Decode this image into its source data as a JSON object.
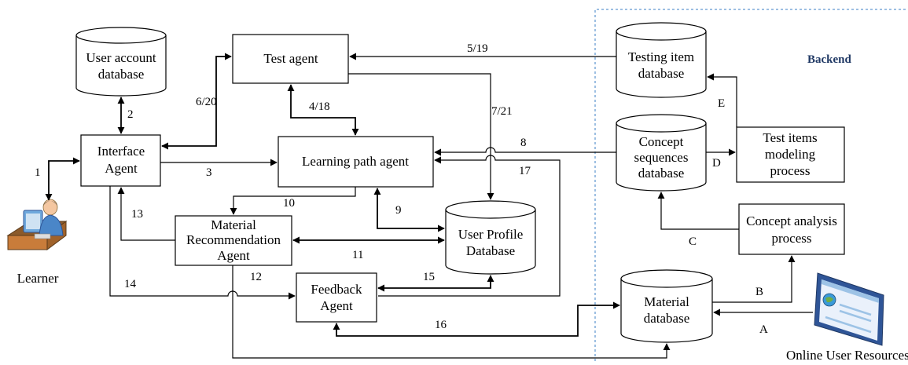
{
  "backend_title": "Backend",
  "nodes": {
    "user_account_db": [
      "User account",
      "database"
    ],
    "test_agent": [
      "Test  agent"
    ],
    "interface_agent": [
      "Interface",
      "Agent"
    ],
    "learning_path_agent": [
      "Learning path agent"
    ],
    "material_rec_agent": [
      "Material",
      "Recommendation",
      "Agent"
    ],
    "user_profile_db": [
      "User Profile",
      "Database"
    ],
    "feedback_agent": [
      "Feedback",
      "Agent"
    ],
    "testing_item_db": [
      "Testing item",
      "database"
    ],
    "concept_seq_db": [
      "Concept",
      "sequences",
      "database"
    ],
    "test_items_modeling": [
      "Test items",
      "modeling",
      "process"
    ],
    "concept_analysis": [
      "Concept analysis",
      "process"
    ],
    "material_db": [
      "Material",
      "database"
    ],
    "learner": [
      "Learner"
    ],
    "online_resources": [
      "Online User Resources"
    ]
  },
  "edge_labels": {
    "e1": "1",
    "e2": "2",
    "e3": "3",
    "e4": "4/18",
    "e5": "5/19",
    "e6": "6/20",
    "e7": "7/21",
    "e8": "8",
    "e9": "9",
    "e10": "10",
    "e11": "11",
    "e12": "12",
    "e13": "13",
    "e14": "14",
    "e15": "15",
    "e16": "16",
    "e17": "17",
    "eA": "A",
    "eB": "B",
    "eC": "C",
    "eD": "D",
    "eE": "E"
  }
}
